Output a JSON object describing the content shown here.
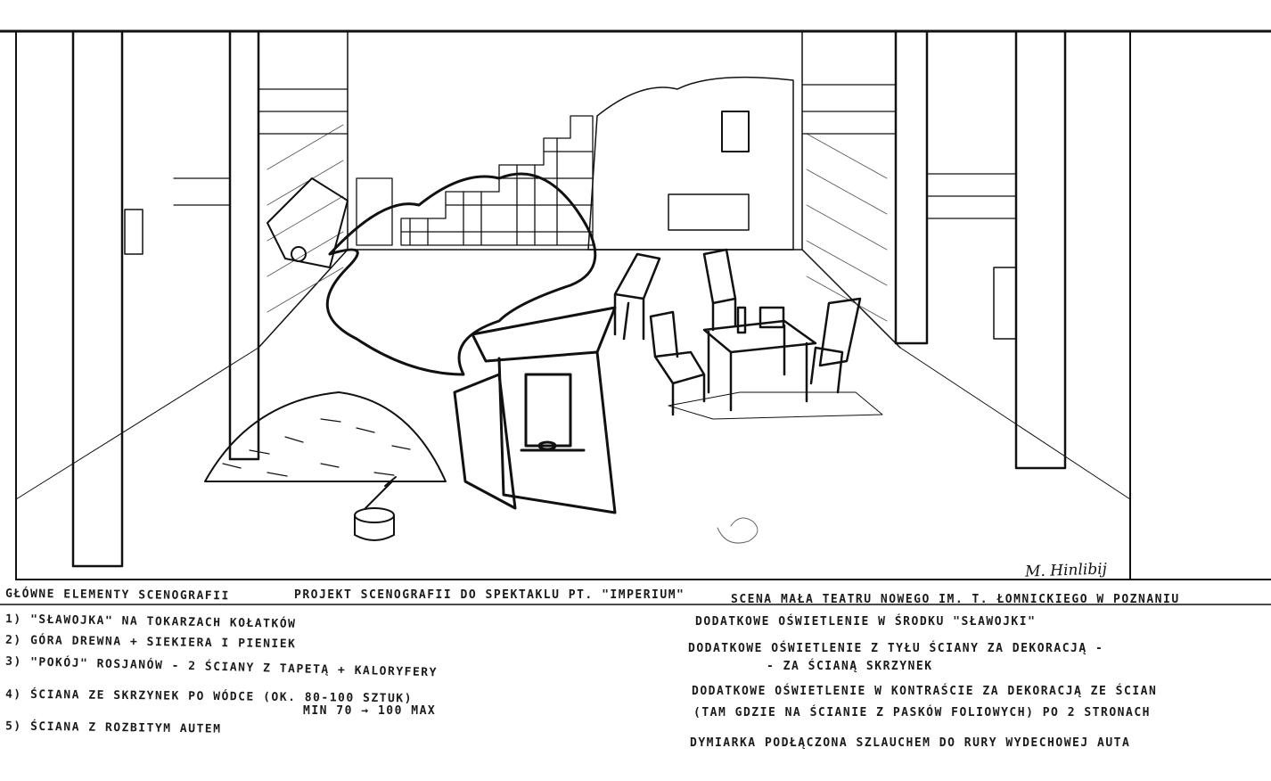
{
  "signature": "M. Hinlibij",
  "notes": {
    "main_elements": "Główne elementy scenografii",
    "project": "Projekt scenografii do spektaklu pt. \"Imperium\"",
    "stage": "Scena mała Teatru Nowego im. T. Łomnickiego w Poznaniu",
    "item1": "1) \"Sławojka\" na tokarzach kołatków",
    "item2": "2) Góra drewna + siekiera i pieniek",
    "item3": "3) \"Pokój\" Rosjanów - 2 ściany z tapetą + kaloryfery",
    "item4": "4) Ściana ze skrzynek po wódce (ok. 80-100 sztuk)",
    "item4b": "min 70 → 100 max",
    "item5": "5) Ściana z rozbitym autem",
    "light1": "Dodatkowe oświetlenie w środku \"Sławojki\"",
    "light2": "Dodatkowe oświetlenie z tyłu ściany za dekoracją -",
    "light2b": "- za ścianą skrzynek",
    "light3": "Dodatkowe oświetlenie w kontraście za dekoracją ze ścian",
    "light3b": "(tam gdzie na ścianie z pasków foliowych) po 2 stronach",
    "smoke": "Dymiarka podłączona szlauchem do rury wydechowej auta"
  }
}
